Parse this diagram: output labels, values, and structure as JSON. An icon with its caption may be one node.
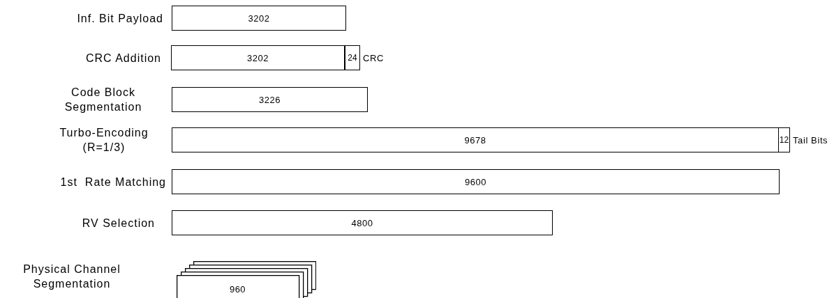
{
  "diagram": {
    "nodes": [
      {
        "text": [
          "3202"
        ]
      },
      {
        "text": [
          "3202"
        ]
      },
      {
        "text": [
          "24"
        ],
        "beside": [
          "CRC"
        ]
      },
      {
        "text": [
          "3226"
        ]
      },
      {
        "text": [
          "9678"
        ]
      },
      {
        "text": [
          "12"
        ],
        "beside": [
          "Tail Bits"
        ]
      },
      {
        "text": [
          "9600"
        ]
      },
      {
        "text": [
          "4800"
        ]
      },
      {
        "text": [
          "960"
        ]
      }
    ],
    "labels": [
      "Inf. Bit Payload",
      "CRC Addition",
      "Code Block Segmentation",
      "Turbo-Encoding (R=1/3)",
      "1st  Rate Matching",
      "RV Selection",
      "Physical Channel Segmentation"
    ]
  }
}
